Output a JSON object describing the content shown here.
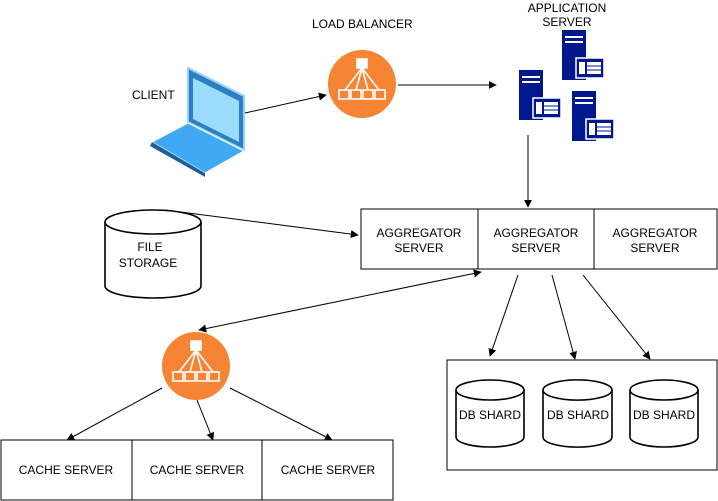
{
  "nodes": {
    "client": "CLIENT",
    "load_balancer": "LOAD BALANCER",
    "application_server": [
      "APPLICATION",
      "SERVER"
    ],
    "file_storage": [
      "FILE",
      "STORAGE"
    ],
    "aggregators": [
      [
        "AGGREGATOR",
        "SERVER"
      ],
      [
        "AGGREGATOR",
        "SERVER"
      ],
      [
        "AGGREGATOR",
        "SERVER"
      ]
    ],
    "db_shards": [
      "DB SHARD",
      "DB SHARD",
      "DB SHARD"
    ],
    "cache_servers": [
      "CACHE SERVER",
      "CACHE SERVER",
      "CACHE SERVER"
    ]
  },
  "colors": {
    "balancer_orange": "#F58534",
    "server_navy": "#00188D",
    "laptop_blue": "#3FA9F5"
  },
  "icons": {
    "client": "laptop-icon",
    "load_balancer": "load-balancer-icon",
    "application_server": "server-icon",
    "file_storage": "cylinder-storage-icon"
  }
}
